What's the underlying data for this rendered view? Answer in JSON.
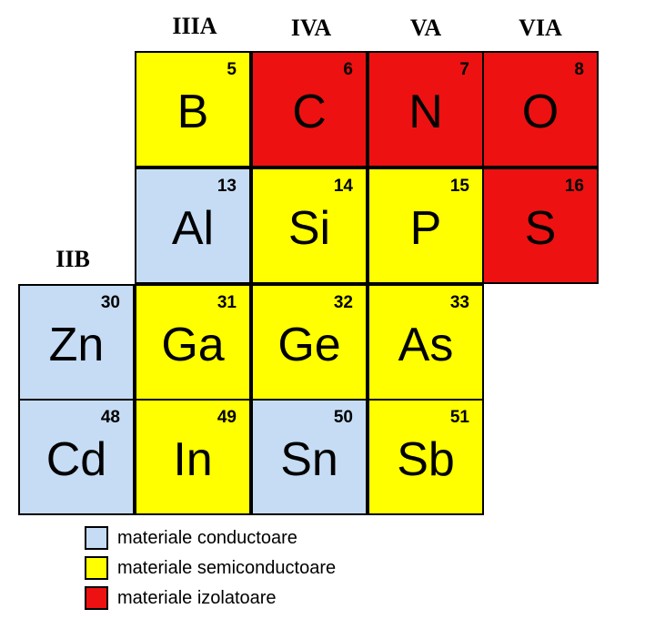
{
  "colors": {
    "conductor": "#c5dcf4",
    "semiconductor": "#ffff00",
    "insulator": "#ee1111"
  },
  "groups": [
    "IIIA",
    "IVA",
    "VA",
    "VIA",
    "IIB"
  ],
  "elements": [
    {
      "number": "5",
      "symbol": "B",
      "type": "semiconductor"
    },
    {
      "number": "6",
      "symbol": "C",
      "type": "insulator"
    },
    {
      "number": "7",
      "symbol": "N",
      "type": "insulator"
    },
    {
      "number": "8",
      "symbol": "O",
      "type": "insulator"
    },
    {
      "number": "13",
      "symbol": "Al",
      "type": "conductor"
    },
    {
      "number": "14",
      "symbol": "Si",
      "type": "semiconductor"
    },
    {
      "number": "15",
      "symbol": "P",
      "type": "semiconductor"
    },
    {
      "number": "16",
      "symbol": "S",
      "type": "insulator"
    },
    {
      "number": "30",
      "symbol": "Zn",
      "type": "conductor"
    },
    {
      "number": "31",
      "symbol": "Ga",
      "type": "semiconductor"
    },
    {
      "number": "32",
      "symbol": "Ge",
      "type": "semiconductor"
    },
    {
      "number": "33",
      "symbol": "As",
      "type": "semiconductor"
    },
    {
      "number": "48",
      "symbol": "Cd",
      "type": "conductor"
    },
    {
      "number": "49",
      "symbol": "In",
      "type": "semiconductor"
    },
    {
      "number": "50",
      "symbol": "Sn",
      "type": "conductor"
    },
    {
      "number": "51",
      "symbol": "Sb",
      "type": "semiconductor"
    }
  ],
  "legend": [
    {
      "label": "materiale conductoare",
      "type": "conductor"
    },
    {
      "label": "materiale semiconductoare",
      "type": "semiconductor"
    },
    {
      "label": "materiale izolatoare",
      "type": "insulator"
    }
  ]
}
